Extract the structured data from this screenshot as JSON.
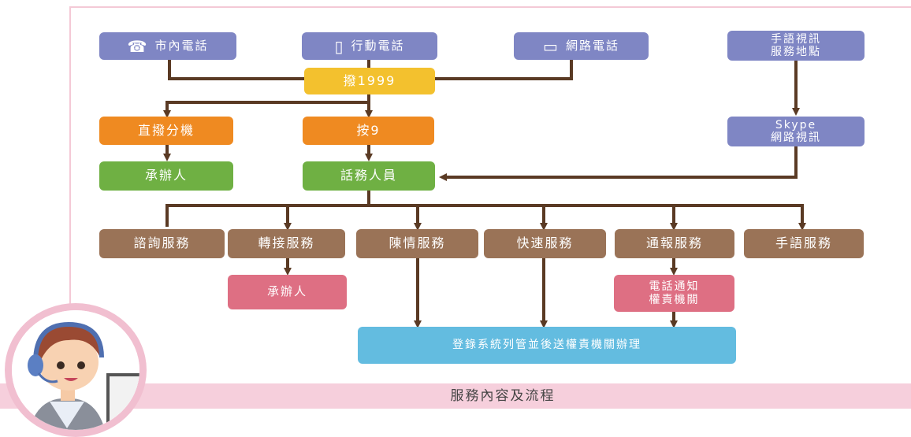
{
  "phones": {
    "landline": "市內電話",
    "mobile": "行動電話",
    "internet": "網路電話"
  },
  "sign_language_site": [
    "手語視訊",
    "服務地點"
  ],
  "dial": "撥1999",
  "direct_ext": "直撥分機",
  "press9": "按9",
  "skype": [
    "Skype",
    "網路視訊"
  ],
  "handler_top": "承辦人",
  "operator": "話務人員",
  "services": [
    "諮詢服務",
    "轉接服務",
    "陳情服務",
    "快速服務",
    "通報服務",
    "手語服務"
  ],
  "handler_bottom": "承辦人",
  "notify": [
    "電話通知",
    "權責機關"
  ],
  "register": "登錄系統列管並後送權責機關辦理",
  "footer": "服務內容及流程",
  "colors": {
    "purple": "#7f86c4",
    "yellow": "#f3c12e",
    "orange": "#ef8a21",
    "green": "#6fb043",
    "brown": "#9a7357",
    "pink": "#de6f83",
    "blue": "#63bce0",
    "arrow": "#5a3a24"
  }
}
